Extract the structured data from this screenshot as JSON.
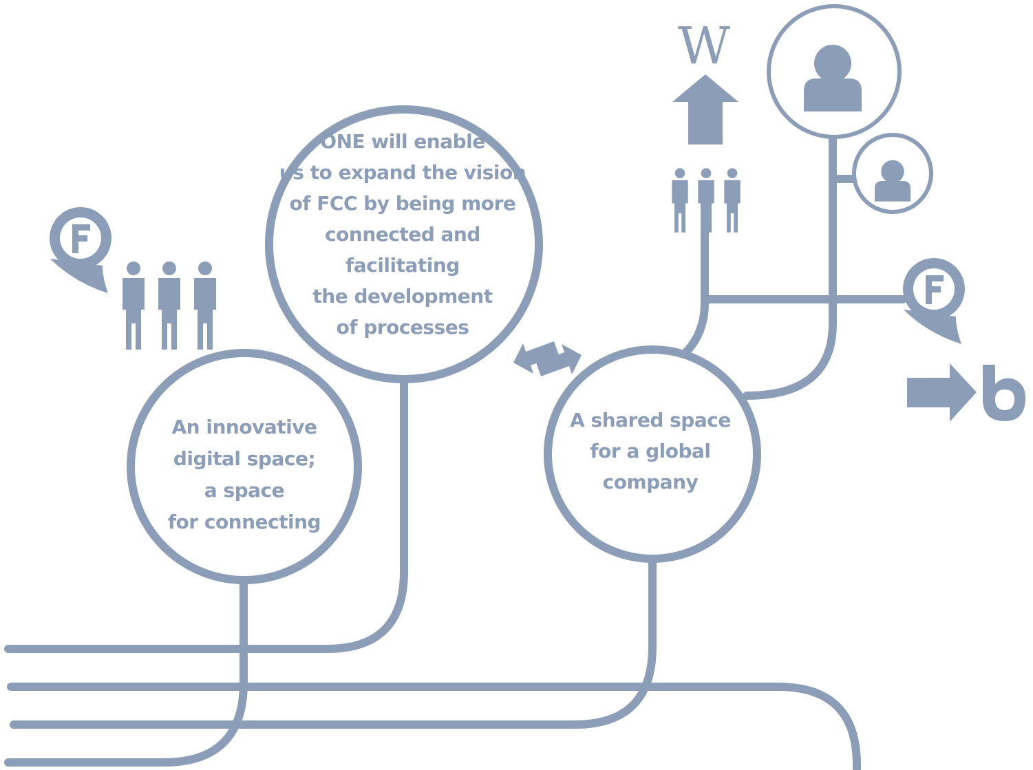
{
  "colors": {
    "primary": "#8b9db7",
    "background": "#ffffff"
  },
  "bubbles": {
    "left": {
      "text": "An innovative\ndigital space;\na space\nfor connecting"
    },
    "top": {
      "text": "ONE will enable\nus to expand the vision\nof FCC by being more\nconnected and facilitating\nthe development\nof processes"
    },
    "right": {
      "text": "A shared space\nfor a global\ncompany"
    }
  },
  "icons": {
    "wikipedia": {
      "name": "wikipedia-icon",
      "glyph": "W"
    },
    "people": "people-group-icon",
    "chat": "chat-bubble-f-icon",
    "user": "user-avatar-icon",
    "arrow_up": "arrow-up-icon",
    "arrow_right": "arrow-right-icon",
    "exchange": "exchange-arrows-icon",
    "b_logo": "b-logo-icon"
  }
}
